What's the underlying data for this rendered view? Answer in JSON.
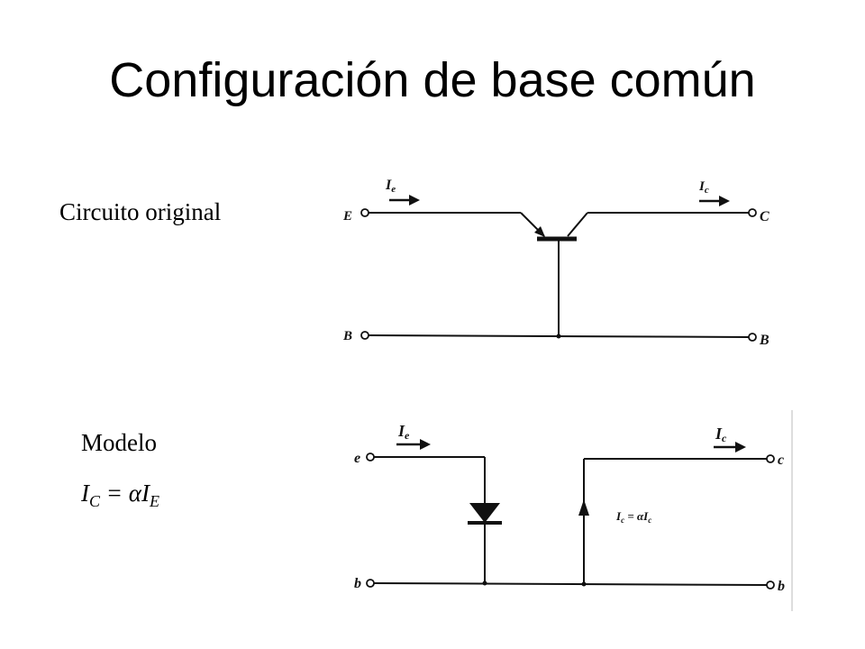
{
  "slide": {
    "title": "Configuración de base común",
    "original_label": "Circuito original",
    "model_label": "Modelo",
    "formula": {
      "ic": "I",
      "ic_sub": "C",
      "eq": " = ",
      "alpha": "α",
      "ie": "I",
      "ie_sub": "E"
    }
  },
  "circuit_original": {
    "terminal_e": "E",
    "terminal_c": "C",
    "terminal_b_left": "B",
    "terminal_b_right": "B",
    "current_e": "I",
    "current_e_sub": "e",
    "current_c": "I",
    "current_c_sub": "c"
  },
  "circuit_model": {
    "terminal_e": "e",
    "terminal_c": "c",
    "terminal_b_left": "b",
    "terminal_b_right": "b",
    "current_e": "I",
    "current_e_sub": "e",
    "current_c": "I",
    "current_c_sub": "c",
    "source_label": "I",
    "source_label_sub": "c",
    "source_label_eq": " = αI",
    "source_label_sub2": "c"
  }
}
